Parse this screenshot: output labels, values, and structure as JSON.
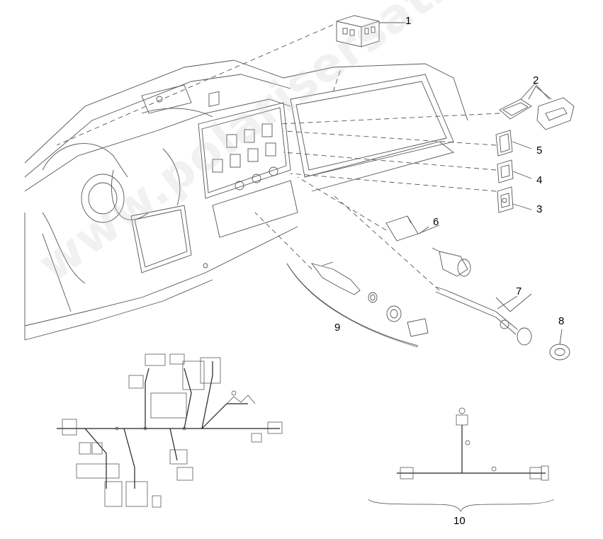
{
  "callouts": {
    "c1": "1",
    "c2": "2",
    "c3": "3",
    "c4": "4",
    "c5": "5",
    "c6": "6",
    "c7": "7",
    "c8": "8",
    "c9": "9",
    "c10": "10"
  },
  "watermark": {
    "text": "www.polarisersatzteile.de"
  },
  "colors": {
    "line": "#555555",
    "wire": "#222222",
    "watermark": "#969696"
  }
}
